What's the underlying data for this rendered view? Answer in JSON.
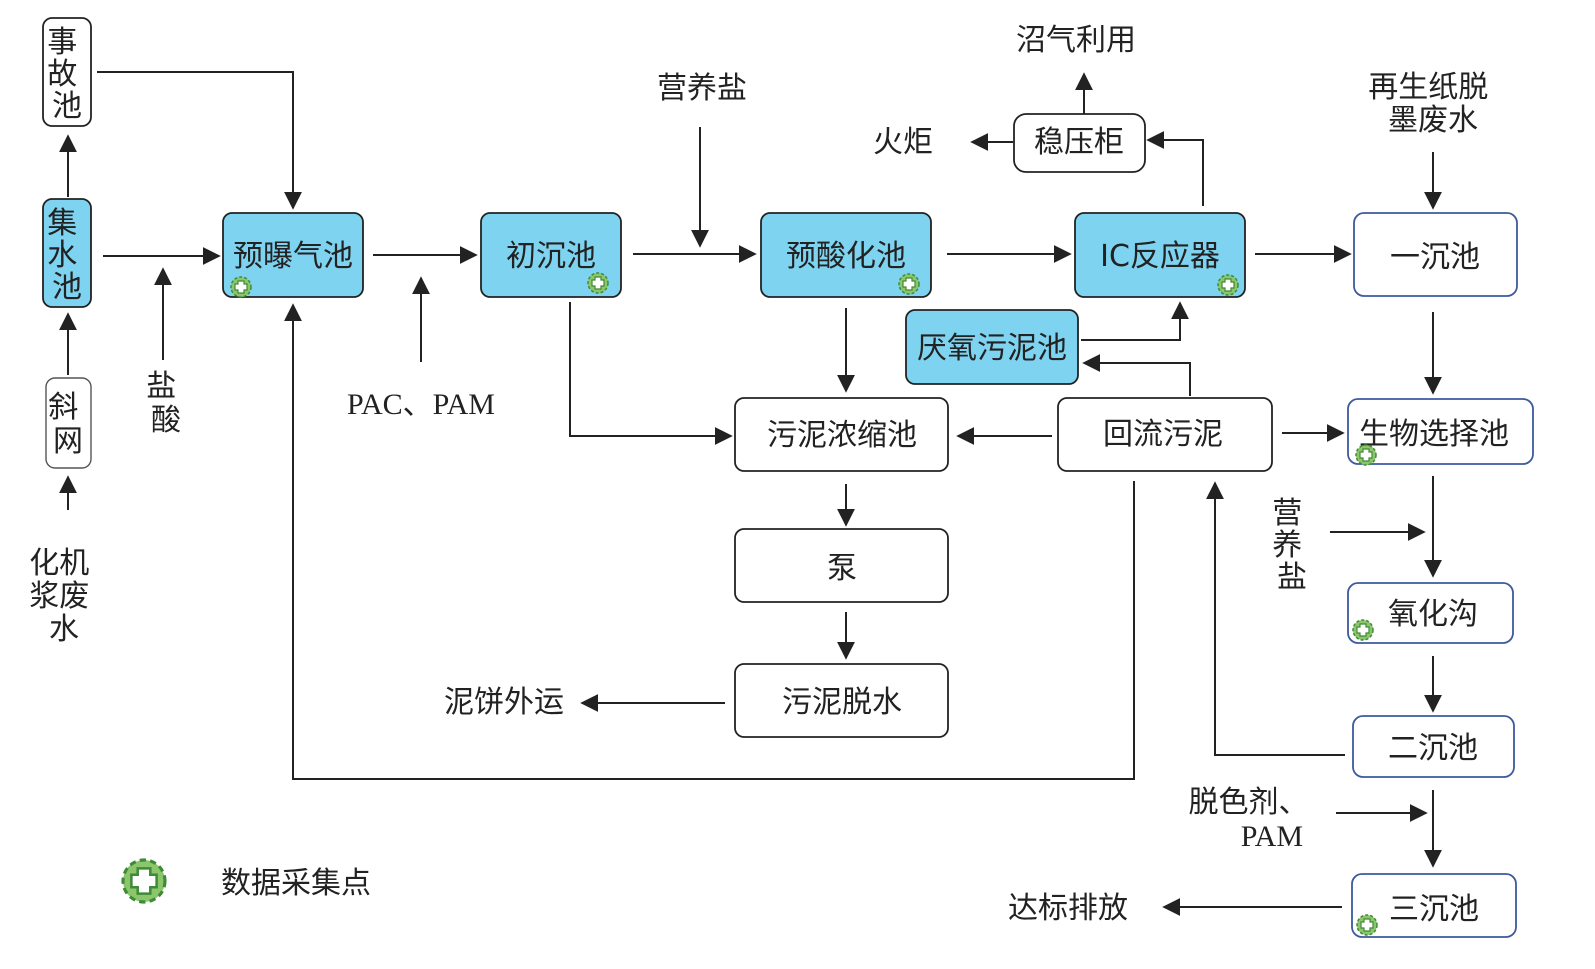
{
  "colors": {
    "process_fill": "#7dd3f0",
    "sludge_box_border": "#222222",
    "blue_box_border": "#3d5a9e",
    "marker_fill": "#8cc66c",
    "marker_border": "#3f8a35"
  },
  "nodes": {
    "accident_pool": "事故池",
    "collection_pool": "集水池",
    "inclined_screen": "斜网",
    "chem_pulp_wastewater": "化机浆废水",
    "hcl": "盐酸",
    "pre_aeration": "预曝气池",
    "primary_clarifier": "初沉池",
    "pac_pam": "PAC、PAM",
    "nutrient_top": "营养盐",
    "pre_acidification": "预酸化池",
    "ic_reactor": "IC反应器",
    "biogas_use": "沼气利用",
    "stabilizer": "稳压柜",
    "flare": "火炬",
    "anaerobic_sludge": "厌氧污泥池",
    "sludge_thickener": "污泥浓缩池",
    "return_sludge": "回流污泥",
    "pump": "泵",
    "dewatering": "污泥脱水",
    "cake_out": "泥饼外运",
    "deinking_wastewater": "再生纸脱墨废水",
    "first_settling": "一沉池",
    "bio_selector": "生物选择池",
    "nutrient_side": "营养盐",
    "oxidation_ditch": "氧化沟",
    "secondary_clarifier": "二沉池",
    "decolor_agent": "脱色剂、PAM",
    "tertiary_clarifier": "三沉池",
    "discharge": "达标排放"
  },
  "legend": {
    "icon": "data-collection-point-icon",
    "label": "数据采集点"
  }
}
